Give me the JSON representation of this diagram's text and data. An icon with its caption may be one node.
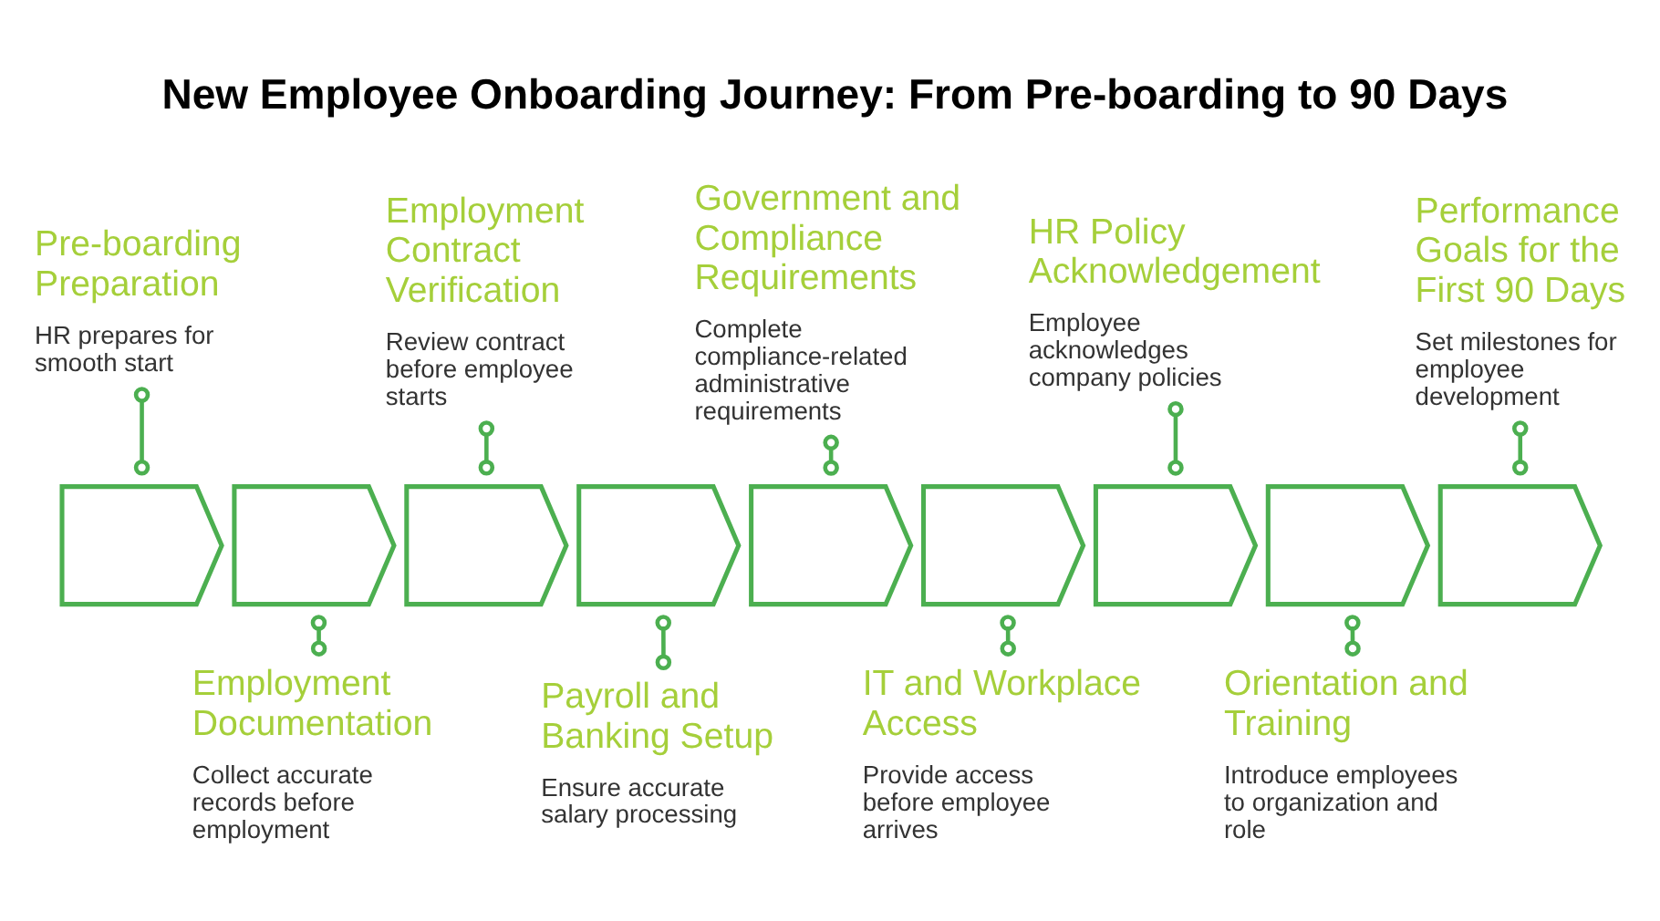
{
  "diagram": {
    "title": "New Employee Onboarding Journey: From Pre-boarding to 90 Days",
    "nodes": [
      {
        "text": [
          "Pre-boarding Preparation",
          "HR prepares for smooth start"
        ]
      },
      {
        "text": [
          "Employment Documentation",
          "Collect accurate records before employment"
        ]
      },
      {
        "text": [
          "Employment Contract Verification",
          "Review contract before employee starts"
        ]
      },
      {
        "text": [
          "Payroll and Banking Setup",
          "Ensure accurate salary processing"
        ]
      },
      {
        "text": [
          "Government and Compliance Requirements",
          "Complete compliance-related administrative requirements"
        ]
      },
      {
        "text": [
          "IT and Workplace Access",
          "Provide access before employee arrives"
        ]
      },
      {
        "text": [
          "HR Policy Acknowledgement",
          "Employee acknowledges company policies"
        ]
      },
      {
        "text": [
          "Orientation and Training",
          "Introduce employees to organization and role"
        ]
      },
      {
        "text": [
          "Performance Goals for the First 90 Days",
          "Set milestones for employee development"
        ]
      },
      {
        "text": [],
        "shape": "chevron"
      },
      {
        "text": [],
        "shape": "chevron"
      },
      {
        "text": [],
        "shape": "chevron"
      },
      {
        "text": [],
        "shape": "chevron"
      },
      {
        "text": [],
        "shape": "chevron"
      },
      {
        "text": [],
        "shape": "chevron"
      },
      {
        "text": [],
        "shape": "chevron"
      },
      {
        "text": [],
        "shape": "chevron"
      },
      {
        "text": [],
        "shape": "chevron"
      }
    ],
    "edges": [
      {
        "from": 0,
        "to": 9,
        "arrow": "other"
      },
      {
        "from": 1,
        "to": 10,
        "arrow": "other"
      },
      {
        "from": 2,
        "to": 11,
        "arrow": "other"
      },
      {
        "from": 3,
        "to": 12,
        "arrow": "other"
      },
      {
        "from": 4,
        "to": 13,
        "arrow": "other"
      },
      {
        "from": 5,
        "to": 14,
        "arrow": "other"
      },
      {
        "from": 6,
        "to": 15,
        "arrow": "other"
      },
      {
        "from": 7,
        "to": 16,
        "arrow": "other"
      },
      {
        "from": 8,
        "to": 17,
        "arrow": "other"
      }
    ]
  }
}
